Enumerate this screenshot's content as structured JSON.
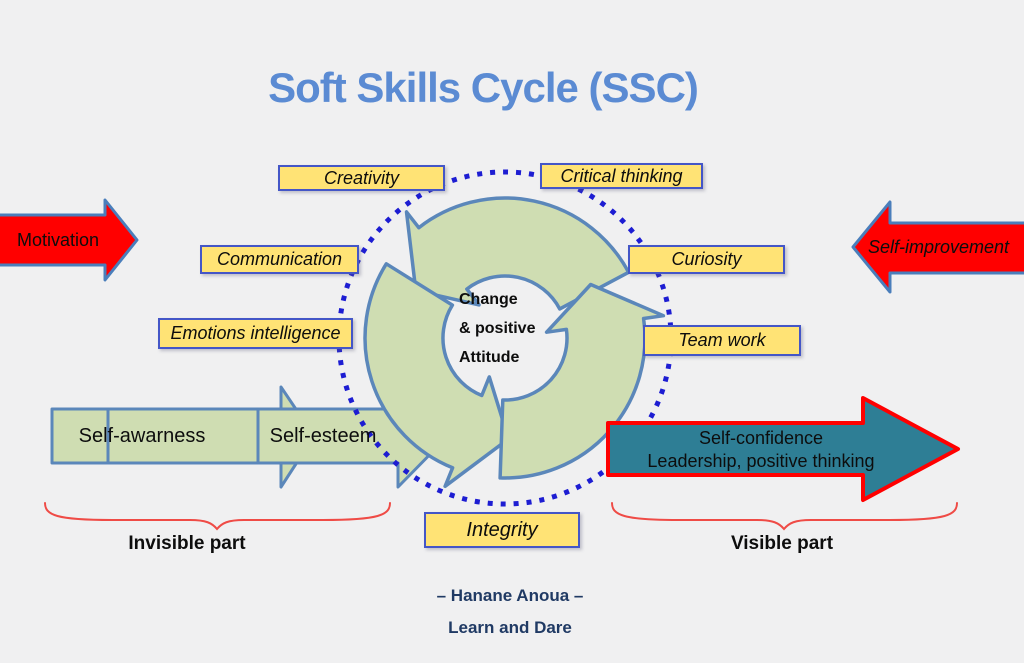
{
  "title": "Soft Skills Cycle (SSC)",
  "cycle_center": {
    "line1": "Change",
    "line2": "& positive",
    "line3": "Attitude"
  },
  "skill_labels": {
    "creativity": "Creativity",
    "critical_thinking": "Critical thinking",
    "communication": "Communication",
    "curiosity": "Curiosity",
    "emotions_intelligence": "Emotions intelligence",
    "team_work": "Team work",
    "integrity": "Integrity"
  },
  "side_arrows": {
    "motivation": "Motivation",
    "self_improvement": "Self-improvement"
  },
  "progress_arrows": {
    "self_awareness": "Self-awarness",
    "self_esteem": "Self-esteem",
    "self_confidence": {
      "line1": "Self-confidence",
      "line2": "Leadership, positive thinking"
    }
  },
  "sections": {
    "invisible": "Invisible part",
    "visible": "Visible part"
  },
  "footer": {
    "author": "– Hanane Anoua –",
    "tagline": "Learn and Dare"
  },
  "colors": {
    "background": "#f0f0f1",
    "title_blue": "#5b8bd3",
    "label_bg": "#ffe375",
    "label_border": "#4456c7",
    "cycle_fill": "#cfddb2",
    "cycle_stroke": "#5b87ba",
    "ring_blue": "#1d1dd2",
    "arrow_red": "#ff0000",
    "arrow_red_border": "#4a7ebb",
    "arrow_green": "#cfddb2",
    "arrow_green_border": "#5b87ba",
    "arrow_teal": "#2e7e95",
    "brace_red": "#ef4b46",
    "footer_navy": "#203a64",
    "text_black": "#0d0d0d"
  }
}
